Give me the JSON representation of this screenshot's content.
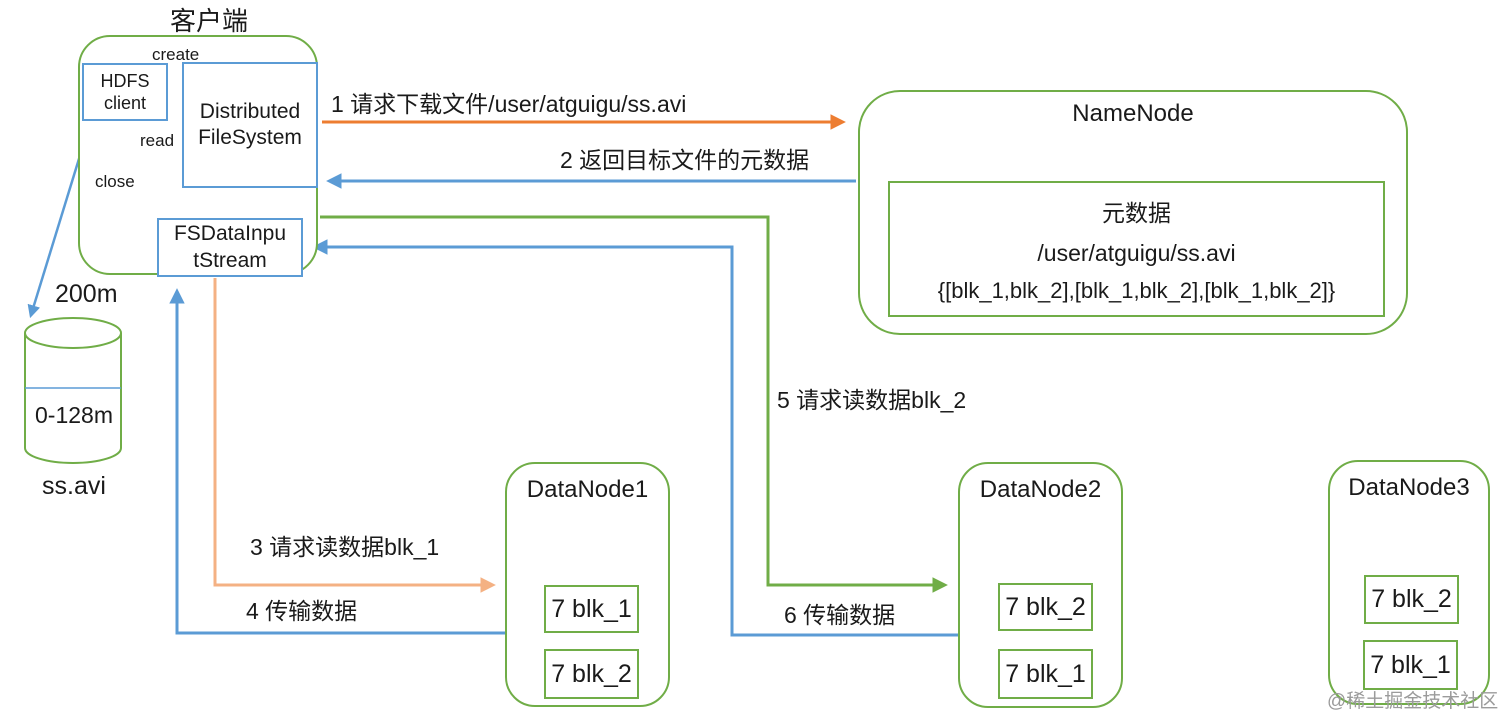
{
  "colors": {
    "green": "#70ad47",
    "blue": "#5b9bd5",
    "orange": "#ed7d31",
    "peach": "#f4b183",
    "text": "#1a1a1a",
    "watermark_gray": "#9b9b9b"
  },
  "client": {
    "title": "客户端",
    "create_label": "create",
    "read_label": "read",
    "close_label": "close",
    "hdfs_client": {
      "line1": "HDFS",
      "line2": "client"
    },
    "distributed_filesystem": {
      "line1": "Distributed",
      "line2": "FileSystem"
    },
    "fs_data_input_stream": {
      "line1": "FSDataInpu",
      "line2": "tStream"
    }
  },
  "file": {
    "size_label": "200m",
    "range_label": "0-128m",
    "name": "ss.avi"
  },
  "namenode": {
    "title": "NameNode",
    "metadata": {
      "heading": "元数据",
      "path": "/user/atguigu/ss.avi",
      "block_map": "{[blk_1,blk_2],[blk_1,blk_2],[blk_1,blk_2]}"
    }
  },
  "datanodes": [
    {
      "title": "DataNode1",
      "blocks": [
        "7 blk_1",
        "7 blk_2"
      ]
    },
    {
      "title": "DataNode2",
      "blocks": [
        "7 blk_2",
        "7 blk_1"
      ]
    },
    {
      "title": "DataNode3",
      "blocks": [
        "7 blk_2",
        "7 blk_1"
      ]
    }
  ],
  "flows": [
    {
      "step": 1,
      "label": "1 请求下载文件/user/atguigu/ss.avi"
    },
    {
      "step": 2,
      "label": "2 返回目标文件的元数据"
    },
    {
      "step": 3,
      "label": "3 请求读数据blk_1"
    },
    {
      "step": 4,
      "label": "4 传输数据"
    },
    {
      "step": 5,
      "label": "5 请求读数据blk_2"
    },
    {
      "step": 6,
      "label": "6 传输数据"
    }
  ],
  "watermark": "@稀土掘金技术社区"
}
